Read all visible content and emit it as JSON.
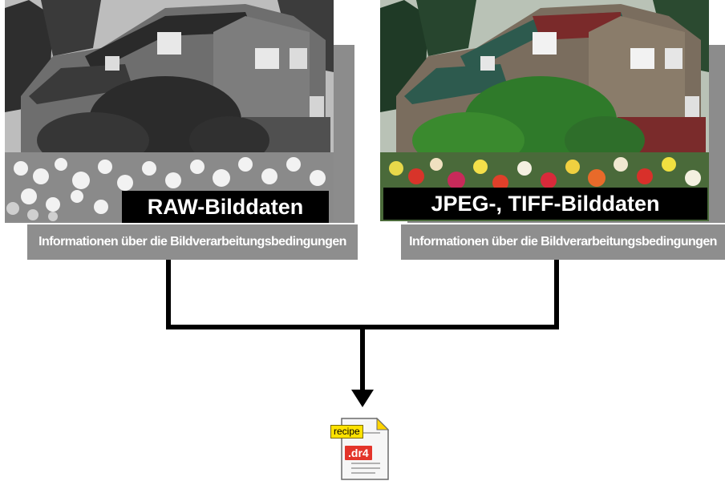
{
  "left": {
    "label": "RAW-Bilddaten",
    "info": "Informationen über die Bildverarbeitungsbedingungen",
    "image_style": "grayscale-photo"
  },
  "right": {
    "label": "JPEG-, TIFF-Bilddaten",
    "info": "Informationen über die Bildverarbeitungsbedingungen",
    "image_style": "color-photo"
  },
  "output": {
    "tag": "recipe",
    "extension": ".dr4",
    "icon": "document-file-icon"
  },
  "colors": {
    "info_bar": "#8e8e8e",
    "label_bg": "#000000",
    "recipe_tag": "#ffe200",
    "ext_tag": "#e3342a",
    "line": "#000000"
  }
}
